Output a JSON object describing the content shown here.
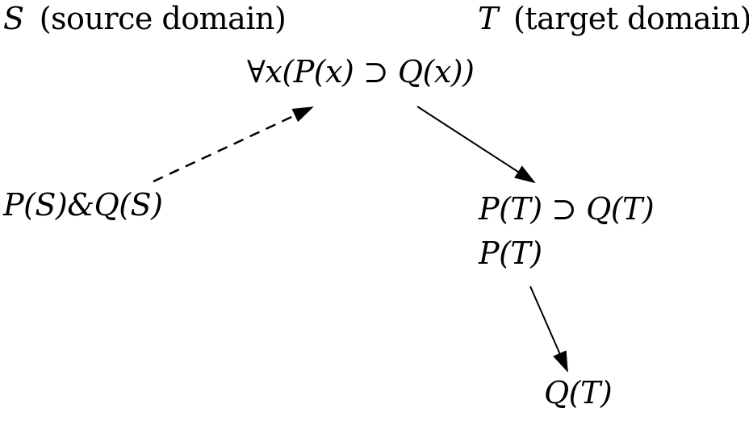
{
  "diagram": {
    "background": "#ffffff",
    "ink": "#000000",
    "source_domain": {
      "symbol": "S",
      "descriptor": "(source domain)"
    },
    "target_domain": {
      "symbol": "T",
      "descriptor": "(target domain)"
    },
    "nodes": {
      "universal_rule": "∀x(P(x) ⊃ Q(x))",
      "source_facts": "P(S)&Q(S)",
      "target_conditional": "P(T) ⊃ Q(T)",
      "target_premise": "P(T)",
      "target_conclusion": "Q(T)"
    },
    "edges": [
      {
        "from": "source_facts",
        "to": "universal_rule",
        "style": "dashed"
      },
      {
        "from": "universal_rule",
        "to": "target_conditional",
        "style": "solid"
      },
      {
        "from": "target_premise",
        "to": "target_conclusion",
        "style": "solid"
      }
    ]
  }
}
